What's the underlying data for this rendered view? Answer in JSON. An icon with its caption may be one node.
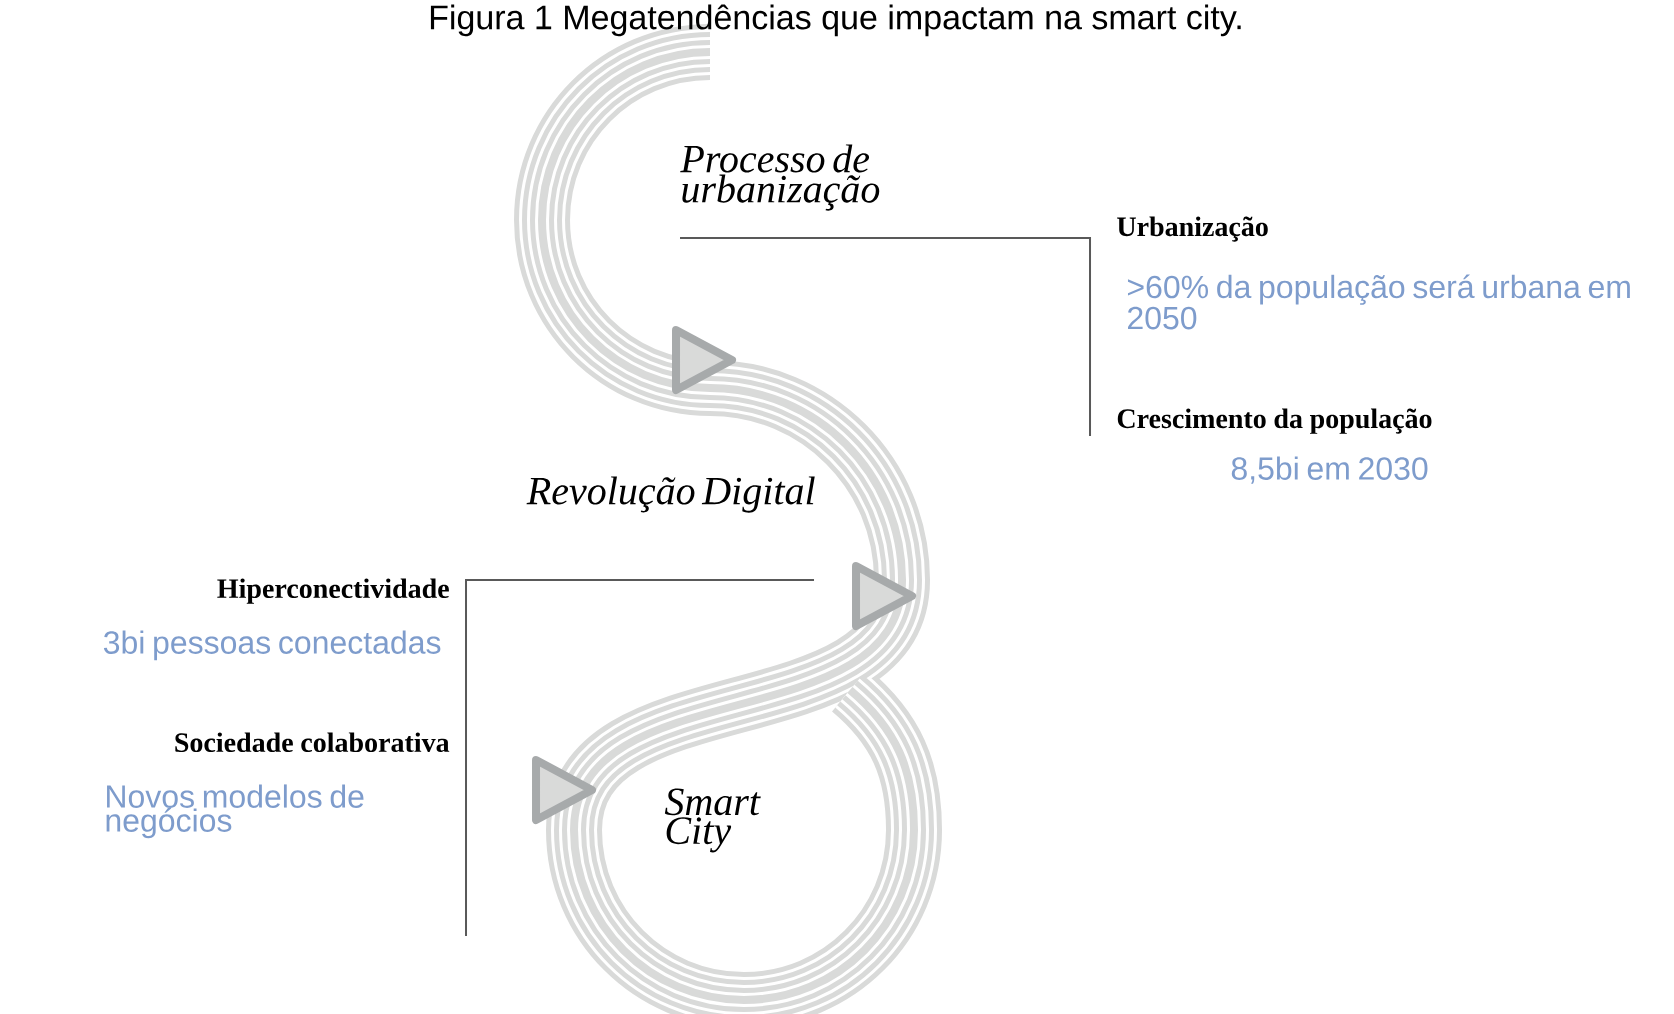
{
  "diagram": {
    "title": "Figura 1 Megatendências que impactam na smart city.",
    "labels": [
      "Processo de urbanização",
      "Urbanização",
      ">60% da população será urbana em 2050",
      "Crescimento da população",
      "8,5bi em 2030",
      "Revolução Digital",
      "Hiperconectividade",
      "3bi pessoas conectadas",
      "Sociedade colaborativa",
      "Novos modelos de negócios",
      "Smart City"
    ]
  }
}
